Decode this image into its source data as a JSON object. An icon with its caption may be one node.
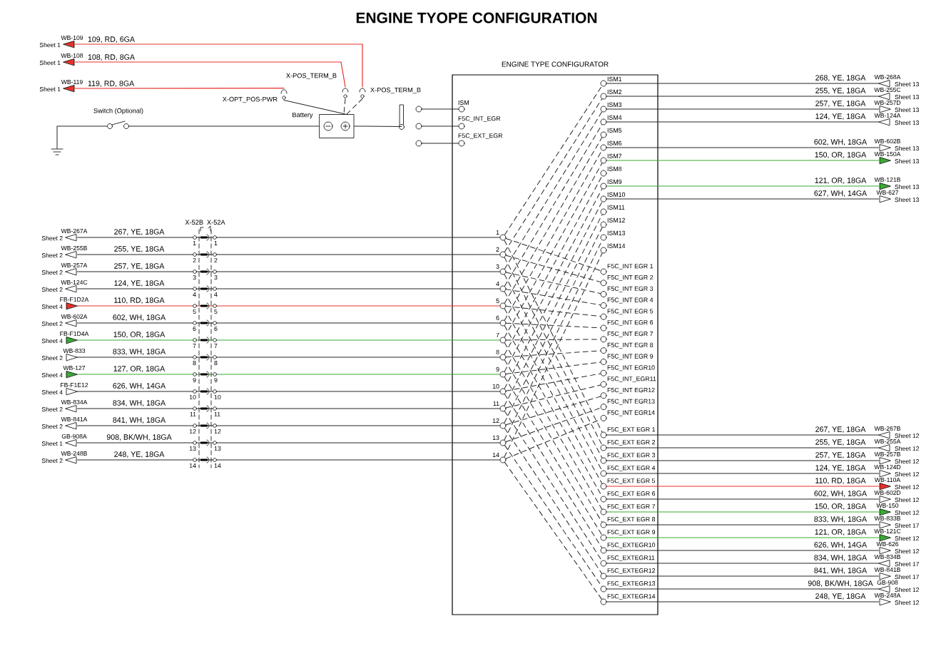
{
  "diagram": {
    "title": "ENGINE TYOPE CONFIGURATION",
    "nodes": [
      {
        "text": [
          "ENGINE TYPE CONFIGURATOR"
        ]
      },
      {
        "text": [
          "WB-109"
        ],
        "beside": [
          "Sheet 1"
        ]
      },
      {
        "text": [
          "WB-108"
        ],
        "beside": [
          "Sheet 1"
        ]
      },
      {
        "text": [
          "WB-119"
        ],
        "beside": [
          "Sheet 1"
        ]
      },
      {
        "text": [
          "X-POS_TERM_B"
        ]
      },
      {
        "text": [
          "X-OPT_POS-PWR"
        ]
      },
      {
        "text": [
          "X-POS_TERM_B"
        ]
      },
      {
        "text": [
          "Switch (Optional)"
        ]
      },
      {
        "text": [],
        "shape": "ground"
      },
      {
        "text": [
          "Battery"
        ]
      },
      {
        "text": [],
        "shape": "bar"
      },
      {
        "text": [],
        "shape": "circle"
      },
      {
        "text": [],
        "shape": "circle"
      },
      {
        "text": [],
        "shape": "circle"
      },
      {
        "text": [
          "ISM"
        ],
        "in": 0
      },
      {
        "text": [
          "F5C_INT_EGR"
        ],
        "in": 0
      },
      {
        "text": [
          "F5C_EXT_EGR"
        ],
        "in": 0
      },
      {
        "text": [
          "WB-267A"
        ],
        "beside": [
          "Sheet 2"
        ]
      },
      {
        "text": [
          "WB-255B"
        ],
        "beside": [
          "Sheet 2"
        ]
      },
      {
        "text": [
          "WB-257A"
        ],
        "beside": [
          "Sheet 2"
        ]
      },
      {
        "text": [
          "WB-124C"
        ],
        "beside": [
          "Sheet 2"
        ]
      },
      {
        "text": [
          "FB-F1D2A"
        ],
        "beside": [
          "Sheet 4"
        ]
      },
      {
        "text": [
          "WB-602A"
        ],
        "beside": [
          "Sheet 2"
        ]
      },
      {
        "text": [
          "FB-F1D4A"
        ],
        "beside": [
          "Sheet 4"
        ]
      },
      {
        "text": [
          "WB-833"
        ],
        "beside": [
          "Sheet 2"
        ]
      },
      {
        "text": [
          "WB-127"
        ],
        "beside": [
          "Sheet 4"
        ]
      },
      {
        "text": [
          "FB-F1E12"
        ],
        "beside": [
          "Sheet 4"
        ]
      },
      {
        "text": [
          "WB-834A"
        ],
        "beside": [
          "Sheet 2"
        ]
      },
      {
        "text": [
          "WB-841A"
        ],
        "beside": [
          "Sheet 2"
        ]
      },
      {
        "text": [
          "GB-908A"
        ],
        "beside": [
          "Sheet 1"
        ]
      },
      {
        "text": [
          "WB-248B"
        ],
        "beside": [
          "Sheet 2"
        ]
      },
      {
        "text": [
          "1"
        ],
        "in": 0
      },
      {
        "text": [
          "2"
        ],
        "in": 0
      },
      {
        "text": [
          "3"
        ],
        "in": 0
      },
      {
        "text": [
          "4"
        ],
        "in": 0
      },
      {
        "text": [
          "5"
        ],
        "in": 0
      },
      {
        "text": [
          "6"
        ],
        "in": 0
      },
      {
        "text": [
          "7"
        ],
        "in": 0
      },
      {
        "text": [
          "8"
        ],
        "in": 0
      },
      {
        "text": [
          "9"
        ],
        "in": 0
      },
      {
        "text": [
          "10"
        ],
        "in": 0
      },
      {
        "text": [
          "11"
        ],
        "in": 0
      },
      {
        "text": [
          "12"
        ],
        "in": 0
      },
      {
        "text": [
          "13"
        ],
        "in": 0
      },
      {
        "text": [
          "14"
        ],
        "in": 0
      },
      {
        "text": [
          "ISM1"
        ],
        "in": 0
      },
      {
        "text": [
          "ISM2"
        ],
        "in": 0
      },
      {
        "text": [
          "ISM3"
        ],
        "in": 0
      },
      {
        "text": [
          "ISM4"
        ],
        "in": 0
      },
      {
        "text": [
          "ISM5"
        ],
        "in": 0
      },
      {
        "text": [
          "ISM6"
        ],
        "in": 0
      },
      {
        "text": [
          "ISM7"
        ],
        "in": 0
      },
      {
        "text": [
          "ISM8"
        ],
        "in": 0
      },
      {
        "text": [
          "ISM9"
        ],
        "in": 0
      },
      {
        "text": [
          "ISM10"
        ],
        "in": 0
      },
      {
        "text": [
          "ISM11"
        ],
        "in": 0
      },
      {
        "text": [
          "ISM12"
        ],
        "in": 0
      },
      {
        "text": [
          "ISM13"
        ],
        "in": 0
      },
      {
        "text": [
          "ISM14"
        ],
        "in": 0
      },
      {
        "text": [
          "F5C_INT EGR 1"
        ],
        "in": 0
      },
      {
        "text": [
          "F5C_INT EGR 2"
        ],
        "in": 0
      },
      {
        "text": [
          "F5C_INT EGR 3"
        ],
        "in": 0
      },
      {
        "text": [
          "F5C_INT EGR 4"
        ],
        "in": 0
      },
      {
        "text": [
          "F5C_INT EGR 5"
        ],
        "in": 0
      },
      {
        "text": [
          "F5C_INT EGR 6"
        ],
        "in": 0
      },
      {
        "text": [
          "F5C_INT EGR 7"
        ],
        "in": 0
      },
      {
        "text": [
          "F5C_INT EGR 8"
        ],
        "in": 0
      },
      {
        "text": [
          "F5C_INT EGR 9"
        ],
        "in": 0
      },
      {
        "text": [
          "F5C_INT EGR10"
        ],
        "in": 0
      },
      {
        "text": [
          "F5C_INT_EGR11"
        ],
        "in": 0
      },
      {
        "text": [
          "F5C_INT EGR12"
        ],
        "in": 0
      },
      {
        "text": [
          "F5C_INT EGR13"
        ],
        "in": 0
      },
      {
        "text": [
          "F5C_INT EGR14"
        ],
        "in": 0
      },
      {
        "text": [
          "F5C_EXT EGR 1"
        ],
        "in": 0
      },
      {
        "text": [
          "F5C_EXT EGR 2"
        ],
        "in": 0
      },
      {
        "text": [
          "F5C_EXT EGR 3"
        ],
        "in": 0
      },
      {
        "text": [
          "F5C_EXT EGR 4"
        ],
        "in": 0
      },
      {
        "text": [
          "F5C_EXT EGR 5"
        ],
        "in": 0
      },
      {
        "text": [
          "F5C_EXT EGR 6"
        ],
        "in": 0
      },
      {
        "text": [
          "F5C_EXT EGR 7"
        ],
        "in": 0
      },
      {
        "text": [
          "F5C_EXT EGR 8"
        ],
        "in": 0
      },
      {
        "text": [
          "F5C_EXT EGR 9"
        ],
        "in": 0
      },
      {
        "text": [
          "F5C_EXTEGR10"
        ],
        "in": 0
      },
      {
        "text": [
          "F5C_EXTEGR11"
        ],
        "in": 0
      },
      {
        "text": [
          "F5C_EXTEGR12"
        ],
        "in": 0
      },
      {
        "text": [
          "F5C_EXTEGR13"
        ],
        "in": 0
      },
      {
        "text": [
          "F5C_EXTEGR14"
        ],
        "in": 0
      },
      {
        "text": [
          "WB-268A"
        ],
        "beside": [
          "Sheet 13"
        ]
      },
      {
        "text": [
          "WB-255C"
        ],
        "beside": [
          "Sheet 13"
        ]
      },
      {
        "text": [
          "WB-257D"
        ],
        "beside": [
          "Sheet 13"
        ]
      },
      {
        "text": [
          "WB-124A"
        ],
        "beside": [
          "Sheet 13"
        ]
      },
      {
        "text": [
          "WB-602B"
        ],
        "beside": [
          "Sheet 13"
        ]
      },
      {
        "text": [
          "WB-150A"
        ],
        "beside": [
          "Sheet 13"
        ]
      },
      {
        "text": [
          "WB-121B"
        ],
        "beside": [
          "Sheet 13"
        ]
      },
      {
        "text": [
          "WB-627"
        ],
        "beside": [
          "Sheet 13"
        ]
      },
      {
        "text": [
          "WB-267B"
        ],
        "beside": [
          "Sheet 12"
        ]
      },
      {
        "text": [
          "WB-255A"
        ],
        "beside": [
          "Sheet 12"
        ]
      },
      {
        "text": [
          "WB-257B"
        ],
        "beside": [
          "Sheet 12"
        ]
      },
      {
        "text": [
          "WB-124D"
        ],
        "beside": [
          "Sheet 12"
        ]
      },
      {
        "text": [
          "WB-110A"
        ],
        "beside": [
          "Sheet 12"
        ]
      },
      {
        "text": [
          "WB-602D"
        ],
        "beside": [
          "Sheet 12"
        ]
      },
      {
        "text": [
          "WB-150"
        ],
        "beside": [
          "Sheet 12"
        ]
      },
      {
        "text": [
          "WB-833B"
        ],
        "beside": [
          "Sheet 17"
        ]
      },
      {
        "text": [
          "WB-121C"
        ],
        "beside": [
          "Sheet 12"
        ]
      },
      {
        "text": [
          "WB-626"
        ],
        "beside": [
          "Sheet 12"
        ]
      },
      {
        "text": [
          "WB-834B"
        ],
        "beside": [
          "Sheet 17"
        ]
      },
      {
        "text": [
          "WB-841B"
        ],
        "beside": [
          "Sheet 17"
        ]
      },
      {
        "text": [
          "GB-908"
        ],
        "beside": [
          "Sheet 12"
        ]
      },
      {
        "text": [
          "WB-248A"
        ],
        "beside": [
          "Sheet 12"
        ]
      }
    ],
    "edges": [
      {
        "from": 6,
        "to": 1,
        "arrow": "none",
        "label": "109, RD, 6GA",
        "color": "#e8302a"
      },
      {
        "from": 4,
        "to": 2,
        "arrow": "none",
        "label": "108, RD, 8GA",
        "color": "#e8302a"
      },
      {
        "from": 5,
        "to": 3,
        "arrow": "none",
        "label": "119, RD, 8GA",
        "color": "#e8302a"
      },
      {
        "from": 5,
        "to": 9,
        "arrow": "none"
      },
      {
        "from": 4,
        "to": 9,
        "arrow": "none",
        "style": "dashed"
      },
      {
        "from": 6,
        "to": 9,
        "arrow": "none",
        "style": "dashed"
      },
      {
        "from": 8,
        "to": 7,
        "arrow": "none"
      },
      {
        "from": 7,
        "to": 9,
        "arrow": "none"
      },
      {
        "from": 9,
        "to": 10,
        "arrow": "none"
      },
      {
        "from": 11,
        "to": 14,
        "arrow": "none"
      },
      {
        "from": 12,
        "to": 15,
        "arrow": "none"
      },
      {
        "from": 13,
        "to": 16,
        "arrow": "none"
      },
      {
        "from": 17,
        "to": 31,
        "arrow": "none",
        "label": "267, YE, 18GA"
      },
      {
        "from": 18,
        "to": 32,
        "arrow": "none",
        "label": "255, YE, 18GA"
      },
      {
        "from": 19,
        "to": 33,
        "arrow": "none",
        "label": "257, YE, 18GA"
      },
      {
        "from": 20,
        "to": 34,
        "arrow": "none",
        "label": "124, YE, 18GA"
      },
      {
        "from": 21,
        "to": 35,
        "arrow": "none",
        "label": "110, RD, 18GA",
        "color": "#e8302a"
      },
      {
        "from": 22,
        "to": 36,
        "arrow": "none",
        "label": "602, WH, 18GA"
      },
      {
        "from": 23,
        "to": 37,
        "arrow": "none",
        "label": "150, OR, 18GA",
        "color": "#3aaa35"
      },
      {
        "from": 24,
        "to": 38,
        "arrow": "none",
        "label": "833, WH, 18GA"
      },
      {
        "from": 25,
        "to": 39,
        "arrow": "none",
        "label": "127, OR, 18GA",
        "color": "#3aaa35"
      },
      {
        "from": 26,
        "to": 40,
        "arrow": "none",
        "label": "626, WH, 14GA"
      },
      {
        "from": 27,
        "to": 41,
        "arrow": "none",
        "label": "834, WH, 18GA"
      },
      {
        "from": 28,
        "to": 42,
        "arrow": "none",
        "label": "841, WH, 18GA"
      },
      {
        "from": 29,
        "to": 43,
        "arrow": "none",
        "label": "908, BK/WH, 18GA"
      },
      {
        "from": 30,
        "to": 44,
        "arrow": "none",
        "label": "248, YE, 18GA"
      },
      {
        "from": 31,
        "to": 45,
        "arrow": "none",
        "style": "dashed"
      },
      {
        "from": 31,
        "to": 59,
        "arrow": "none",
        "style": "dashed"
      },
      {
        "from": 31,
        "to": 73,
        "arrow": "none",
        "style": "dashed"
      },
      {
        "from": 32,
        "to": 46,
        "arrow": "none",
        "style": "dashed"
      },
      {
        "from": 32,
        "to": 60,
        "arrow": "none",
        "style": "dashed"
      },
      {
        "from": 32,
        "to": 74,
        "arrow": "none",
        "style": "dashed"
      },
      {
        "from": 33,
        "to": 47,
        "arrow": "none",
        "style": "dashed"
      },
      {
        "from": 33,
        "to": 61,
        "arrow": "none",
        "style": "dashed"
      },
      {
        "from": 33,
        "to": 75,
        "arrow": "none",
        "style": "dashed"
      },
      {
        "from": 34,
        "to": 48,
        "arrow": "none",
        "style": "dashed"
      },
      {
        "from": 34,
        "to": 62,
        "arrow": "none",
        "style": "dashed"
      },
      {
        "from": 34,
        "to": 76,
        "arrow": "none",
        "style": "dashed"
      },
      {
        "from": 35,
        "to": 49,
        "arrow": "none",
        "style": "dashed"
      },
      {
        "from": 35,
        "to": 63,
        "arrow": "none",
        "style": "dashed"
      },
      {
        "from": 35,
        "to": 77,
        "arrow": "none",
        "style": "dashed"
      },
      {
        "from": 36,
        "to": 50,
        "arrow": "none",
        "style": "dashed"
      },
      {
        "from": 36,
        "to": 64,
        "arrow": "none",
        "style": "dashed"
      },
      {
        "from": 36,
        "to": 78,
        "arrow": "none",
        "style": "dashed"
      },
      {
        "from": 37,
        "to": 51,
        "arrow": "none",
        "style": "dashed"
      },
      {
        "from": 37,
        "to": 65,
        "arrow": "none",
        "style": "dashed"
      },
      {
        "from": 37,
        "to": 79,
        "arrow": "none",
        "style": "dashed"
      },
      {
        "from": 38,
        "to": 52,
        "arrow": "none",
        "style": "dashed"
      },
      {
        "from": 38,
        "to": 66,
        "arrow": "none",
        "style": "dashed"
      },
      {
        "from": 38,
        "to": 80,
        "arrow": "none",
        "style": "dashed"
      },
      {
        "from": 39,
        "to": 53,
        "arrow": "none",
        "style": "dashed"
      },
      {
        "from": 39,
        "to": 67,
        "arrow": "none",
        "style": "dashed"
      },
      {
        "from": 39,
        "to": 81,
        "arrow": "none",
        "style": "dashed"
      },
      {
        "from": 40,
        "to": 54,
        "arrow": "none",
        "style": "dashed"
      },
      {
        "from": 40,
        "to": 68,
        "arrow": "none",
        "style": "dashed"
      },
      {
        "from": 40,
        "to": 82,
        "arrow": "none",
        "style": "dashed"
      },
      {
        "from": 41,
        "to": 55,
        "arrow": "none",
        "style": "dashed"
      },
      {
        "from": 41,
        "to": 69,
        "arrow": "none",
        "style": "dashed"
      },
      {
        "from": 41,
        "to": 83,
        "arrow": "none",
        "style": "dashed"
      },
      {
        "from": 42,
        "to": 56,
        "arrow": "none",
        "style": "dashed"
      },
      {
        "from": 42,
        "to": 70,
        "arrow": "none",
        "style": "dashed"
      },
      {
        "from": 42,
        "to": 84,
        "arrow": "none",
        "style": "dashed"
      },
      {
        "from": 43,
        "to": 57,
        "arrow": "none",
        "style": "dashed"
      },
      {
        "from": 43,
        "to": 71,
        "arrow": "none",
        "style": "dashed"
      },
      {
        "from": 43,
        "to": 85,
        "arrow": "none",
        "style": "dashed"
      },
      {
        "from": 44,
        "to": 58,
        "arrow": "none",
        "style": "dashed"
      },
      {
        "from": 44,
        "to": 72,
        "arrow": "none",
        "style": "dashed"
      },
      {
        "from": 44,
        "to": 86,
        "arrow": "none",
        "style": "dashed"
      },
      {
        "from": 45,
        "to": 87,
        "arrow": "none",
        "label": "268, YE, 18GA"
      },
      {
        "from": 46,
        "to": 88,
        "arrow": "none",
        "label": "255, YE, 18GA"
      },
      {
        "from": 47,
        "to": 89,
        "arrow": "none",
        "label": "257, YE, 18GA"
      },
      {
        "from": 48,
        "to": 90,
        "arrow": "none",
        "label": "124, YE, 18GA"
      },
      {
        "from": 50,
        "to": 91,
        "arrow": "none",
        "label": "602, WH, 18GA"
      },
      {
        "from": 51,
        "to": 92,
        "arrow": "none",
        "label": "150, OR, 18GA",
        "color": "#3aaa35"
      },
      {
        "from": 53,
        "to": 93,
        "arrow": "none",
        "label": "121, OR, 18GA",
        "color": "#3aaa35"
      },
      {
        "from": 54,
        "to": 94,
        "arrow": "none",
        "label": "627, WH, 14GA"
      },
      {
        "from": 73,
        "to": 95,
        "arrow": "none",
        "label": "267, YE, 18GA"
      },
      {
        "from": 74,
        "to": 96,
        "arrow": "none",
        "label": "255, YE, 18GA"
      },
      {
        "from": 75,
        "to": 97,
        "arrow": "none",
        "label": "257, YE, 18GA"
      },
      {
        "from": 76,
        "to": 98,
        "arrow": "none",
        "label": "124, YE, 18GA"
      },
      {
        "from": 77,
        "to": 99,
        "arrow": "none",
        "label": "110, RD, 18GA",
        "color": "#e8302a"
      },
      {
        "from": 78,
        "to": 100,
        "arrow": "none",
        "label": "602, WH, 18GA"
      },
      {
        "from": 79,
        "to": 101,
        "arrow": "none",
        "label": "150, OR, 18GA",
        "color": "#3aaa35"
      },
      {
        "from": 80,
        "to": 102,
        "arrow": "none",
        "label": "833, WH, 18GA"
      },
      {
        "from": 81,
        "to": 103,
        "arrow": "none",
        "label": "121, OR, 18GA",
        "color": "#3aaa35"
      },
      {
        "from": 82,
        "to": 104,
        "arrow": "none",
        "label": "626, WH, 14GA"
      },
      {
        "from": 83,
        "to": 105,
        "arrow": "none",
        "label": "834, WH, 18GA"
      },
      {
        "from": 84,
        "to": 106,
        "arrow": "none",
        "label": "841, WH, 18GA"
      },
      {
        "from": 85,
        "to": 107,
        "arrow": "none",
        "label": "908, BK/WH, 18GA"
      },
      {
        "from": 86,
        "to": 108,
        "arrow": "none",
        "label": "248, YE, 18GA"
      }
    ],
    "labels": [
      "X-52B",
      "X-52A",
      "1",
      "1",
      "2",
      "2",
      "3",
      "3",
      "4",
      "4",
      "5",
      "5",
      "6",
      "6",
      "7",
      "7",
      "8",
      "8",
      "9",
      "9",
      "10",
      "10",
      "11",
      "11",
      "12",
      "12",
      "13",
      "13",
      "14",
      "14"
    ]
  }
}
